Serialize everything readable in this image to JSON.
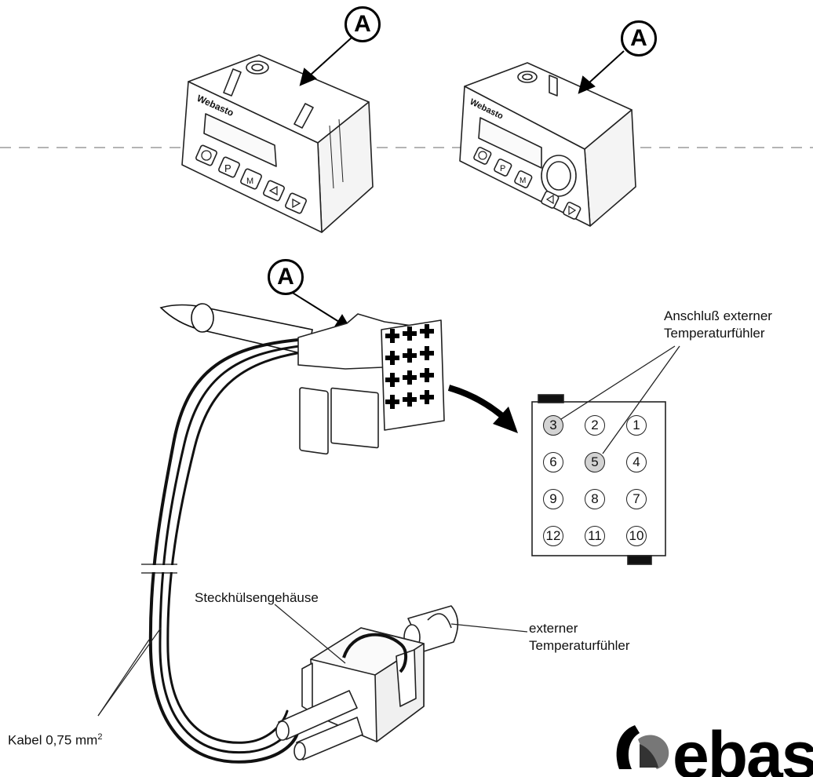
{
  "callouts": {
    "unit_left": "A",
    "unit_right": "A",
    "connector": "A"
  },
  "units": {
    "left": {
      "brand": "Webasto",
      "buttons": [
        "P",
        "M"
      ]
    },
    "right": {
      "brand": "Webasto",
      "buttons": [
        "P",
        "M"
      ]
    }
  },
  "labels": {
    "anschluss_line1": "Anschluß externer",
    "anschluss_line2": "Temperaturfühler",
    "steckhuelse": "Steckhülsengehäuse",
    "externer_line1": "externer",
    "externer_line2": "Temperaturfühler",
    "kabel": "Kabel 0,75 mm",
    "kabel_sup": "2"
  },
  "pin_grid": {
    "rows": [
      [
        "3",
        "2",
        "1"
      ],
      [
        "6",
        "5",
        "4"
      ],
      [
        "9",
        "8",
        "7"
      ],
      [
        "12",
        "11",
        "10"
      ]
    ],
    "highlighted": [
      "3",
      "5"
    ]
  },
  "logo": {
    "text": "ebas"
  }
}
